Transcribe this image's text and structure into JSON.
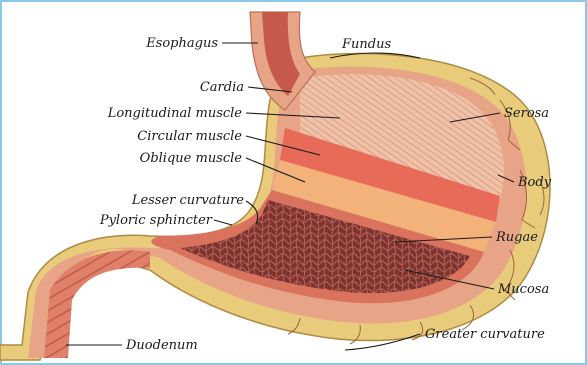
{
  "labels": {
    "esophagus": "Esophagus",
    "fundus": "Fundus",
    "cardia": "Cardia",
    "longitudinal_muscle": "Longitudinal muscle",
    "serosa": "Serosa",
    "circular_muscle": "Circular muscle",
    "oblique_muscle": "Oblique muscle",
    "body": "Body",
    "lesser_curvature": "Lesser curvature",
    "pyloric_sphincter": "Pyloric sphincter",
    "rugae": "Rugae",
    "mucosa": "Mucosa",
    "duodenum": "Duodenum",
    "greater_curvature": "Greater curvature"
  },
  "colors": {
    "frame_border": "#8cc8e8",
    "serosa_outer": "#e8cc7c",
    "serosa_vessels": "#a0623a",
    "muscle_wall": "#e8a486",
    "longitudinal": "#efc2a8",
    "circular": "#e86a58",
    "oblique": "#f2b27a",
    "mucosa": "#d9735e",
    "rugae": "#8a3a34"
  }
}
